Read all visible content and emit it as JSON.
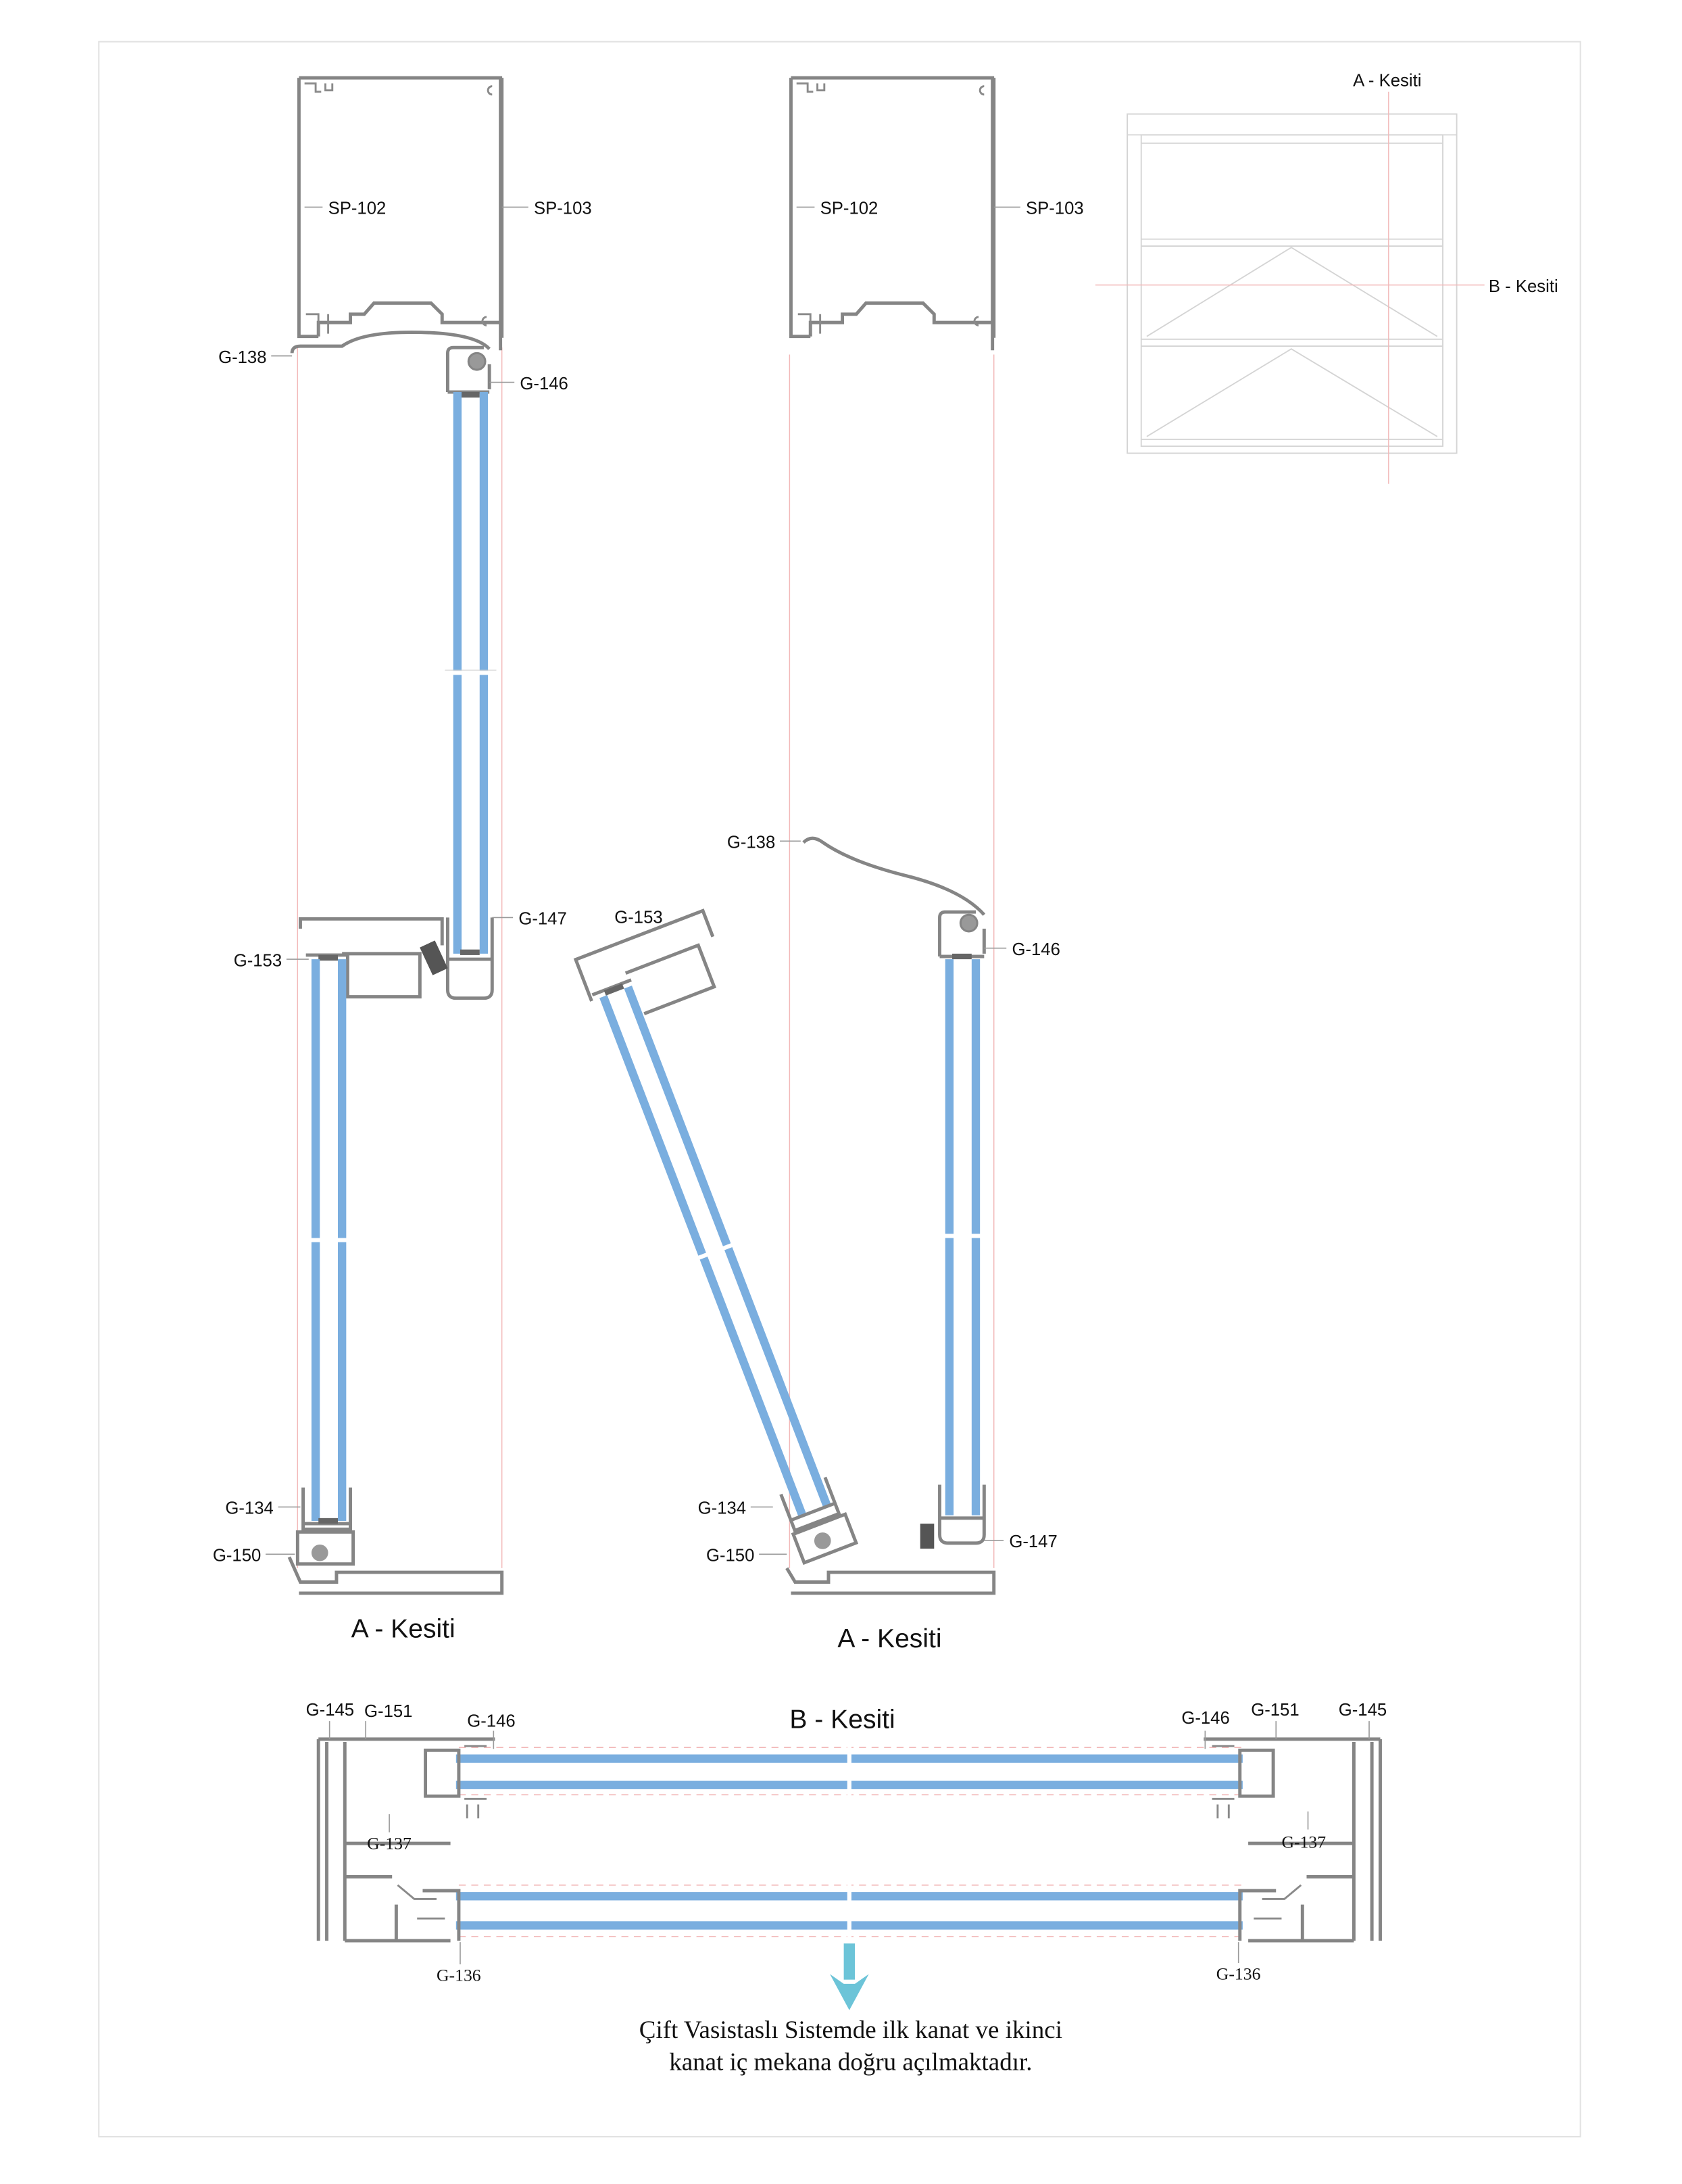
{
  "colors": {
    "glass": "#7aaedf",
    "profile": "#858585",
    "arrow": "#6cc4d8",
    "guide": "#f2b8b8"
  },
  "section_a_left": {
    "title": "A - Kesiti",
    "labels": {
      "sp102": "SP-102",
      "sp103": "SP-103",
      "g138": "G-138",
      "g146": "G-146",
      "g147": "G-147",
      "g153": "G-153",
      "g134": "G-134",
      "g150": "G-150"
    }
  },
  "section_a_right": {
    "title": "A - Kesiti",
    "labels": {
      "sp102": "SP-102",
      "sp103": "SP-103",
      "g138": "G-138",
      "g146": "G-146",
      "g147": "G-147",
      "g153": "G-153",
      "g134": "G-134",
      "g150": "G-150"
    }
  },
  "elevation": {
    "a_label": "A - Kesiti",
    "b_label": "B - Kesiti"
  },
  "section_b": {
    "title": "B - Kesiti",
    "labels_left": {
      "g145": "G-145",
      "g151": "G-151",
      "g146": "G-146",
      "g137": "G-137",
      "g136": "G-136"
    },
    "labels_right": {
      "g145": "G-145",
      "g151": "G-151",
      "g146": "G-146",
      "g137": "G-137",
      "g136": "G-136"
    }
  },
  "note": {
    "line1": "Çift Vasistaslı Sistemde ilk kanat ve ikinci",
    "line2": "kanat iç mekana doğru açılmaktadır."
  }
}
